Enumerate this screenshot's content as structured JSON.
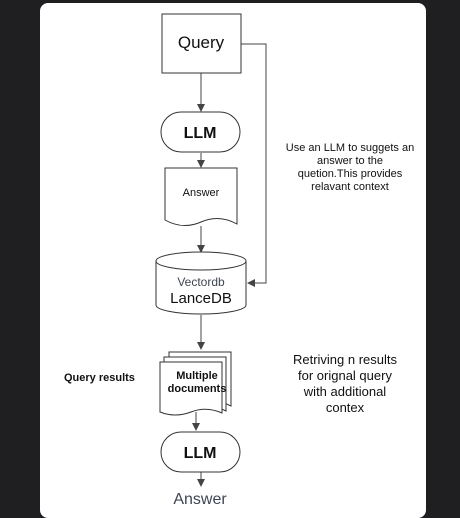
{
  "diagram": {
    "query_box": "Query",
    "llm_top": "LLM",
    "answer_doc": "Answer",
    "vectordb_label": "Vectordb",
    "vectordb_name": "LanceDB",
    "multiple_docs_line1": "Multiple",
    "multiple_docs_line2": "documents",
    "llm_bottom": "LLM",
    "final_answer": "Answer",
    "query_results_label": "Query results",
    "note_top": [
      "Use an LLM to suggets an",
      "answer to the",
      "quetion.This provides",
      "relavant context"
    ],
    "note_bottom": [
      "Retriving n results",
      "for orignal query",
      "with additional",
      "contex"
    ]
  },
  "colors": {
    "page_background": "#1f1f22",
    "card": "#ffffff",
    "stroke": "#333333",
    "final_answer_text": "#3f4652"
  }
}
